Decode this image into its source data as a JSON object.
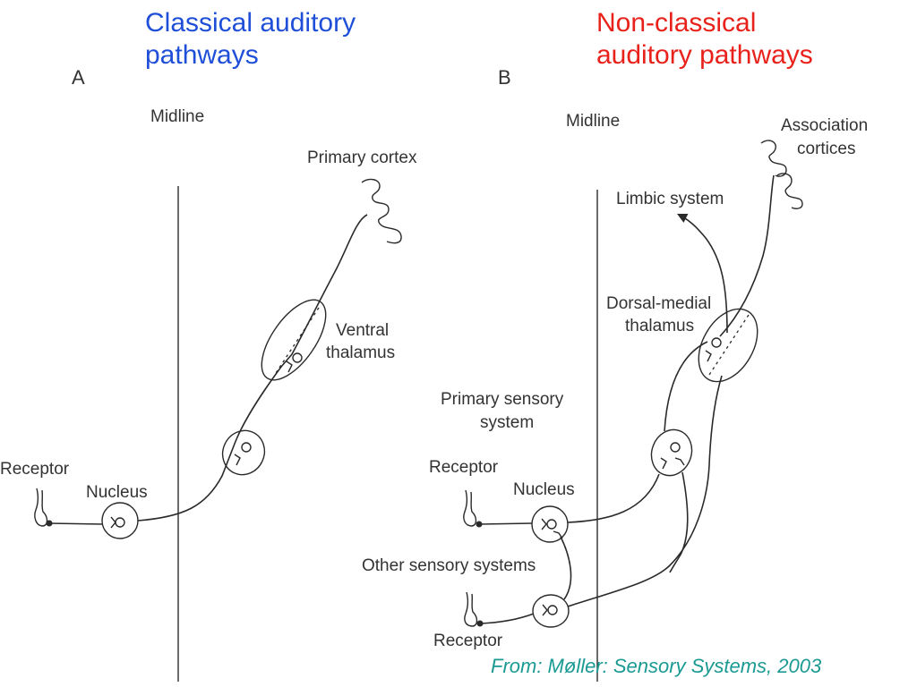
{
  "titles": {
    "classical": [
      "Classical auditory",
      "pathways"
    ],
    "nonclassical": [
      "Non-classical",
      "auditory pathways"
    ]
  },
  "colors": {
    "classical_title": "#1f4fd8",
    "nonclassical_title": "#e8221b",
    "credit": "#1a9a92",
    "line": "#2a2a2a"
  },
  "panel_a": {
    "letter": "A",
    "midline": "Midline",
    "primary_cortex": "Primary cortex",
    "ventral_thalamus": [
      "Ventral",
      "thalamus"
    ],
    "receptor": "Receptor",
    "nucleus": "Nucleus"
  },
  "panel_b": {
    "letter": "B",
    "midline": "Midline",
    "association_cortices": [
      "Association",
      "cortices"
    ],
    "limbic_system": "Limbic system",
    "dorsal_medial_thalamus": [
      "Dorsal-medial",
      "thalamus"
    ],
    "primary_sensory_system": [
      "Primary sensory",
      "system"
    ],
    "receptor_top": "Receptor",
    "nucleus": "Nucleus",
    "other_sensory_systems": "Other sensory systems",
    "receptor_bottom": "Receptor"
  },
  "credit": "From: Møller: Sensory Systems, 2003"
}
